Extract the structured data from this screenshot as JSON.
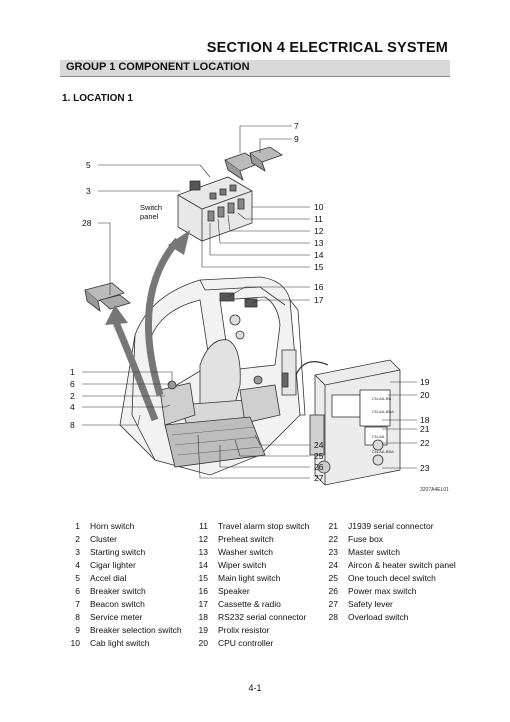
{
  "header": {
    "section_title": "SECTION 4  ELECTRICAL SYSTEM",
    "group_title": "GROUP 1  COMPONENT LOCATION"
  },
  "location_title": "1. LOCATION 1",
  "diagram": {
    "callouts": [
      "7",
      "9",
      "5",
      "3",
      "28",
      "10",
      "11",
      "12",
      "13",
      "14",
      "15",
      "16",
      "17",
      "1",
      "6",
      "2",
      "4",
      "8",
      "24",
      "25",
      "26",
      "27",
      "19",
      "20",
      "18",
      "21",
      "22",
      "23"
    ],
    "switch_panel_label": [
      "Switch",
      "panel"
    ],
    "drawing_code": "3207A4EL01"
  },
  "legend": {
    "col1": [
      {
        "num": "1",
        "label": "Horn switch"
      },
      {
        "num": "2",
        "label": "Cluster"
      },
      {
        "num": "3",
        "label": "Starting switch"
      },
      {
        "num": "4",
        "label": "Cigar lighter"
      },
      {
        "num": "5",
        "label": "Accel dial"
      },
      {
        "num": "6",
        "label": "Breaker switch"
      },
      {
        "num": "7",
        "label": "Beacon switch"
      },
      {
        "num": "8",
        "label": "Service meter"
      },
      {
        "num": "9",
        "label": "Breaker selection switch"
      },
      {
        "num": "10",
        "label": "Cab light switch"
      }
    ],
    "col2": [
      {
        "num": "11",
        "label": "Travel alarm stop switch"
      },
      {
        "num": "12",
        "label": "Preheat switch"
      },
      {
        "num": "13",
        "label": "Washer switch"
      },
      {
        "num": "14",
        "label": "Wiper switch"
      },
      {
        "num": "15",
        "label": "Main light switch"
      },
      {
        "num": "16",
        "label": "Speaker"
      },
      {
        "num": "17",
        "label": "Cassette & radio"
      },
      {
        "num": "18",
        "label": "RS232 serial connector"
      },
      {
        "num": "19",
        "label": "Prolix resistor"
      },
      {
        "num": "20",
        "label": "CPU controller"
      }
    ],
    "col3": [
      {
        "num": "21",
        "label": "J1939 serial connector"
      },
      {
        "num": "22",
        "label": "Fuse box"
      },
      {
        "num": "23",
        "label": "Master switch"
      },
      {
        "num": "24",
        "label": "Aircon & heater switch panel"
      },
      {
        "num": "25",
        "label": "One touch decel switch"
      },
      {
        "num": "26",
        "label": "Power max switch"
      },
      {
        "num": "27",
        "label": "Safety lever"
      },
      {
        "num": "28",
        "label": "Overload switch"
      }
    ]
  },
  "page_number": "4-1"
}
